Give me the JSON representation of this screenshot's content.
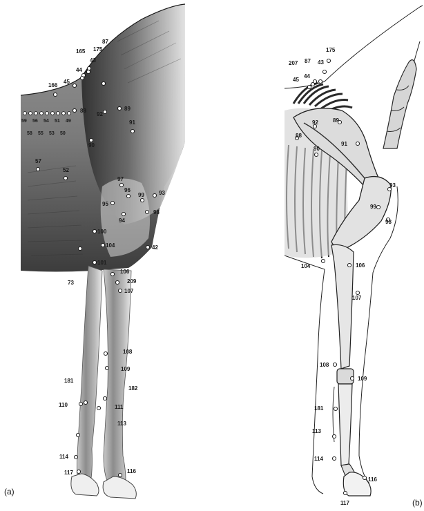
{
  "panels": [
    {
      "label": "(a)",
      "points": [
        {
          "id": "87",
          "label": "87"
        },
        {
          "id": "165",
          "label": "165"
        },
        {
          "id": "175",
          "label": "175"
        },
        {
          "id": "44",
          "label": "44"
        },
        {
          "id": "43",
          "label": "43"
        },
        {
          "id": "45",
          "label": "45"
        },
        {
          "id": "166",
          "label": "166"
        },
        {
          "id": "88",
          "label": "88"
        },
        {
          "id": "92",
          "label": "92"
        },
        {
          "id": "89",
          "label": "89"
        },
        {
          "id": "91",
          "label": "91"
        },
        {
          "id": "90",
          "label": "90"
        },
        {
          "id": "57",
          "label": "57"
        },
        {
          "id": "52",
          "label": "52"
        },
        {
          "id": "97",
          "label": "97"
        },
        {
          "id": "96",
          "label": "96"
        },
        {
          "id": "99",
          "label": "99"
        },
        {
          "id": "93",
          "label": "93"
        },
        {
          "id": "95",
          "label": "95"
        },
        {
          "id": "98",
          "label": "98"
        },
        {
          "id": "94",
          "label": "94"
        },
        {
          "id": "100",
          "label": "100"
        },
        {
          "id": "104",
          "label": "104"
        },
        {
          "id": "42",
          "label": "42"
        },
        {
          "id": "101",
          "label": "101"
        },
        {
          "id": "73",
          "label": "73"
        },
        {
          "id": "106",
          "label": "106"
        },
        {
          "id": "209",
          "label": "209"
        },
        {
          "id": "107",
          "label": "107"
        },
        {
          "id": "108",
          "label": "108"
        },
        {
          "id": "109",
          "label": "109"
        },
        {
          "id": "181",
          "label": "181"
        },
        {
          "id": "182",
          "label": "182"
        },
        {
          "id": "110",
          "label": "110"
        },
        {
          "id": "111",
          "label": "111"
        },
        {
          "id": "113",
          "label": "113"
        },
        {
          "id": "114",
          "label": "114"
        },
        {
          "id": "117",
          "label": "117"
        },
        {
          "id": "116",
          "label": "116"
        }
      ],
      "row_upper": [
        "59",
        "56",
        "54",
        "51",
        "49"
      ],
      "row_lower": [
        "58",
        "55",
        "53",
        "50"
      ]
    },
    {
      "label": "(b)",
      "points": [
        {
          "id": "207",
          "label": "207"
        },
        {
          "id": "87",
          "label": "87"
        },
        {
          "id": "175",
          "label": "175"
        },
        {
          "id": "44",
          "label": "44"
        },
        {
          "id": "43",
          "label": "43"
        },
        {
          "id": "45",
          "label": "45"
        },
        {
          "id": "92",
          "label": "92"
        },
        {
          "id": "89",
          "label": "89"
        },
        {
          "id": "88",
          "label": "88"
        },
        {
          "id": "90",
          "label": "90"
        },
        {
          "id": "91",
          "label": "91"
        },
        {
          "id": "93",
          "label": "93"
        },
        {
          "id": "99",
          "label": "99"
        },
        {
          "id": "98",
          "label": "98"
        },
        {
          "id": "104",
          "label": "104"
        },
        {
          "id": "106",
          "label": "106"
        },
        {
          "id": "107",
          "label": "107"
        },
        {
          "id": "108",
          "label": "108"
        },
        {
          "id": "109",
          "label": "109"
        },
        {
          "id": "181",
          "label": "181"
        },
        {
          "id": "113",
          "label": "113"
        },
        {
          "id": "114",
          "label": "114"
        },
        {
          "id": "116",
          "label": "116"
        },
        {
          "id": "117",
          "label": "117"
        }
      ]
    }
  ],
  "colors": {
    "ink": "#1a1a1a",
    "shade_dark": "#3a3a3a",
    "shade_mid": "#8a8a8a",
    "shade_light": "#d0d0d0",
    "background": "#ffffff"
  }
}
